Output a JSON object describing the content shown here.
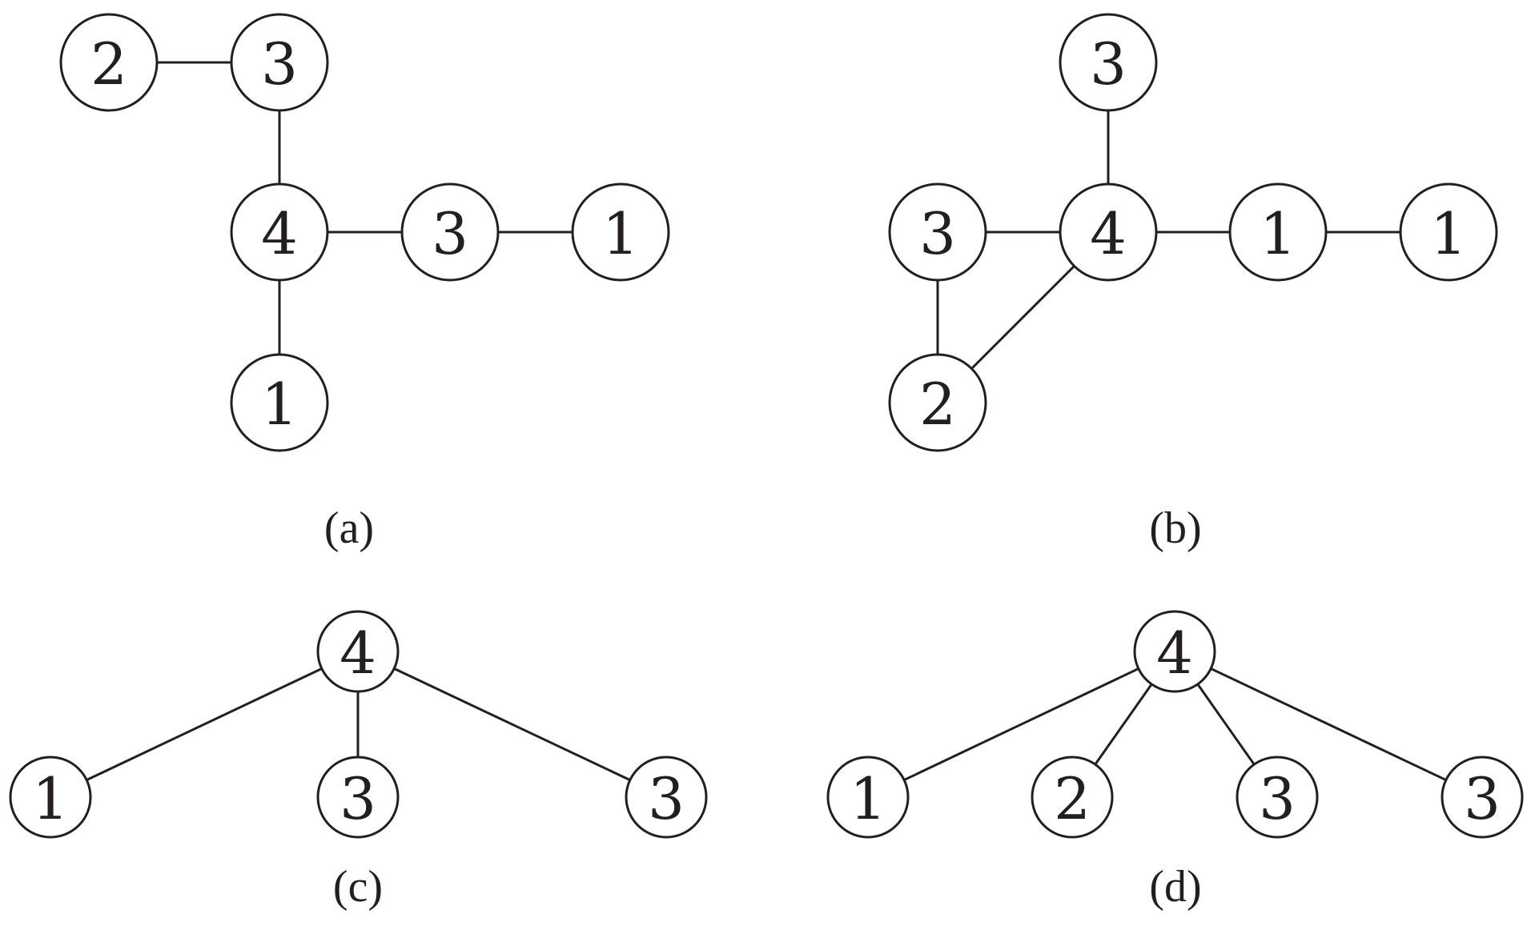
{
  "colors": {
    "stroke": "#231f20",
    "node_fill": "#ffffff",
    "background": "#ffffff"
  },
  "panels": [
    {
      "id": "a",
      "caption": "(a)",
      "nodes": [
        {
          "id": "a1",
          "label": "2"
        },
        {
          "id": "a2",
          "label": "3"
        },
        {
          "id": "a3",
          "label": "4"
        },
        {
          "id": "a4",
          "label": "3"
        },
        {
          "id": "a5",
          "label": "1"
        },
        {
          "id": "a6",
          "label": "1"
        }
      ],
      "edges": [
        [
          "a1",
          "a2"
        ],
        [
          "a2",
          "a3"
        ],
        [
          "a3",
          "a4"
        ],
        [
          "a4",
          "a5"
        ],
        [
          "a3",
          "a6"
        ]
      ]
    },
    {
      "id": "b",
      "caption": "(b)",
      "nodes": [
        {
          "id": "b1",
          "label": "3"
        },
        {
          "id": "b2",
          "label": "3"
        },
        {
          "id": "b3",
          "label": "4"
        },
        {
          "id": "b4",
          "label": "1"
        },
        {
          "id": "b5",
          "label": "1"
        },
        {
          "id": "b6",
          "label": "2"
        }
      ],
      "edges": [
        [
          "b1",
          "b3"
        ],
        [
          "b2",
          "b3"
        ],
        [
          "b3",
          "b4"
        ],
        [
          "b4",
          "b5"
        ],
        [
          "b2",
          "b6"
        ],
        [
          "b6",
          "b3"
        ]
      ]
    },
    {
      "id": "c",
      "caption": "(c)",
      "nodes": [
        {
          "id": "c1",
          "label": "4"
        },
        {
          "id": "c2",
          "label": "1"
        },
        {
          "id": "c3",
          "label": "3"
        },
        {
          "id": "c4",
          "label": "3"
        }
      ],
      "edges": [
        [
          "c1",
          "c2"
        ],
        [
          "c1",
          "c3"
        ],
        [
          "c1",
          "c4"
        ]
      ]
    },
    {
      "id": "d",
      "caption": "(d)",
      "nodes": [
        {
          "id": "d1",
          "label": "4"
        },
        {
          "id": "d2",
          "label": "1"
        },
        {
          "id": "d3",
          "label": "2"
        },
        {
          "id": "d4",
          "label": "3"
        },
        {
          "id": "d5",
          "label": "3"
        }
      ],
      "edges": [
        [
          "d1",
          "d2"
        ],
        [
          "d1",
          "d3"
        ],
        [
          "d1",
          "d4"
        ],
        [
          "d1",
          "d5"
        ]
      ]
    }
  ]
}
